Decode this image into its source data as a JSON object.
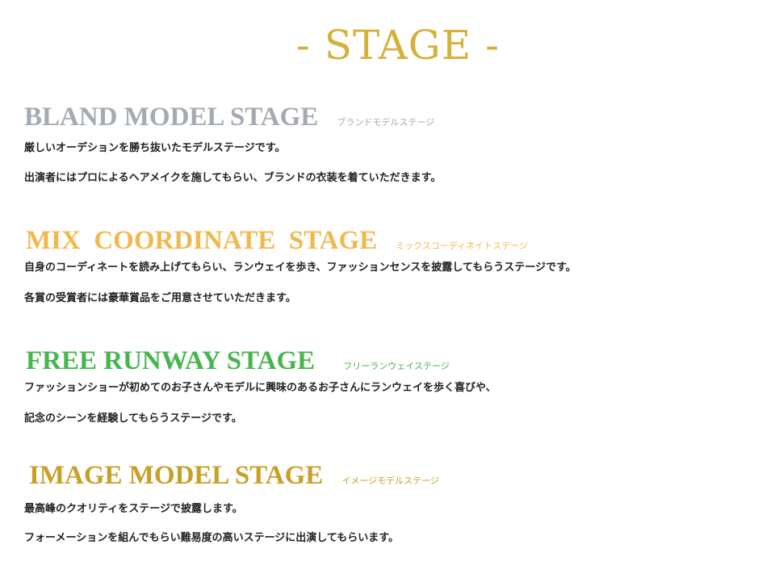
{
  "page_title": "- STAGE -",
  "colors": {
    "title_gold": "#d4b13a",
    "bland_gray": "#a3aab1",
    "mix_orange": "#f2b84b",
    "free_green": "#45b54e",
    "image_gold": "#c99f26",
    "body_text": "#222222"
  },
  "sections": [
    {
      "title": "BLAND MODEL STAGE",
      "subtitle": "ブランドモデルステージ",
      "lines": [
        "厳しいオーデションを勝ち抜いたモデルステージです。",
        "出演者にはプロによるヘアメイクを施してもらい、ブランドの衣装を着ていただきます。"
      ]
    },
    {
      "title": "MIX  COORDINATE  STAGE",
      "subtitle": "ミックスコーディネイトステージ",
      "lines": [
        "自身のコーディネートを読み上げてもらい、ランウェイを歩き、ファッションセンスを披露してもらうステージです。",
        "各賞の受賞者には豪華賞品をご用意させていただきます。"
      ]
    },
    {
      "title": "FREE RUNWAY STAGE",
      "subtitle": "フリーランウェイステージ",
      "lines": [
        "ファッションショーが初めてのお子さんやモデルに興味のあるお子さんにランウェイを歩く喜びや、",
        "記念のシーンを経験してもらうステージです。"
      ]
    },
    {
      "title": "IMAGE MODEL STAGE",
      "subtitle": "イメージモデルステージ",
      "lines": [
        "最高峰のクオリティをステージで披露します。",
        "フォーメーションを組んでもらい難易度の高いステージに出演してもらいます。"
      ]
    }
  ]
}
